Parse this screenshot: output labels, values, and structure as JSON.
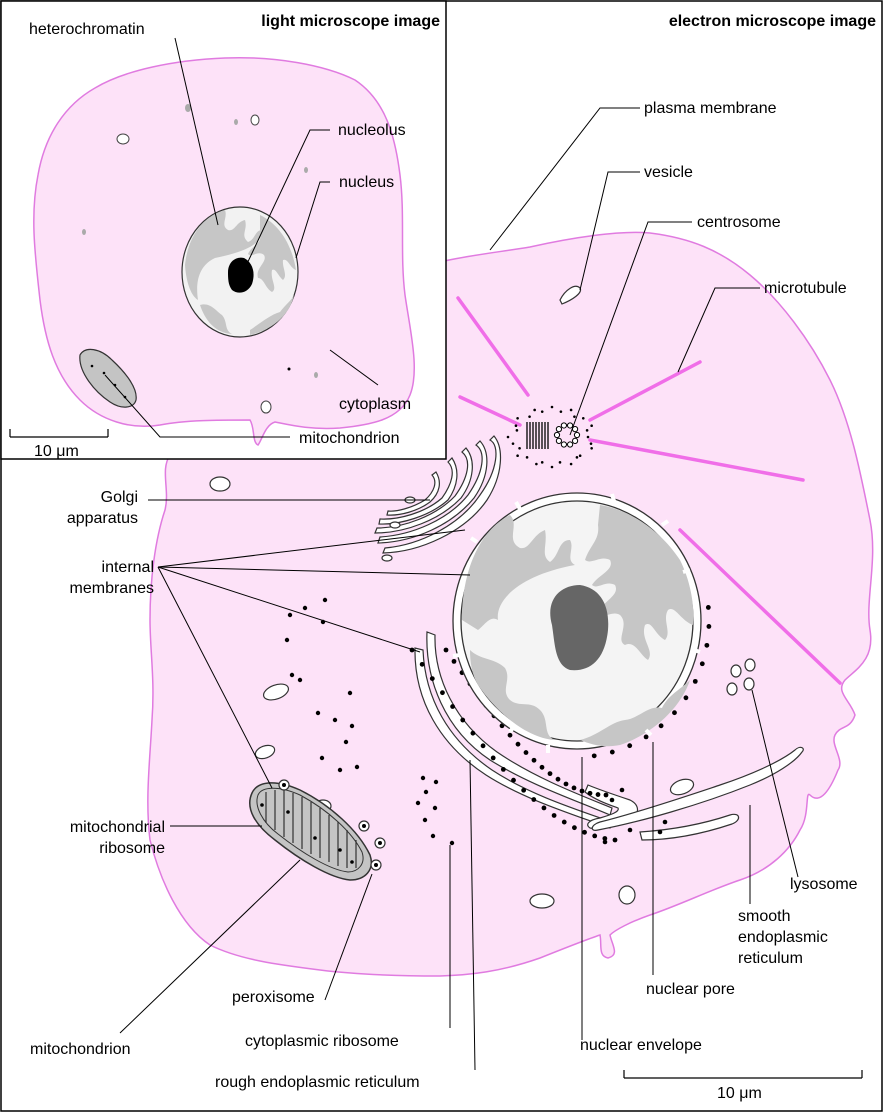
{
  "titles": {
    "light": "light microscope image",
    "electron": "electron microscope image"
  },
  "labels": {
    "heterochromatin": "heterochromatin",
    "nucleolus": "nucleolus",
    "nucleus": "nucleus",
    "cytoplasm": "cytoplasm",
    "mitochondrion_lm": "mitochondrion",
    "plasma_membrane": "plasma membrane",
    "vesicle": "vesicle",
    "centrosome": "centrosome",
    "microtubule": "microtubule",
    "golgi_1": "Golgi",
    "golgi_2": "apparatus",
    "internal_1": "internal",
    "internal_2": "membranes",
    "mito_ribosome_1": "mitochondrial",
    "mito_ribosome_2": "ribosome",
    "lysosome": "lysosome",
    "smooth_er_1": "smooth",
    "smooth_er_2": "endoplasmic",
    "smooth_er_3": "reticulum",
    "peroxisome": "peroxisome",
    "nuclear_pore": "nuclear pore",
    "mitochondrion_em": "mitochondrion",
    "cyto_ribosome": "cytoplasmic ribosome",
    "nuclear_envelope": "nuclear envelope",
    "rough_er": "rough endoplasmic reticulum"
  },
  "scale_bars": {
    "light": "10 μm",
    "electron": "10 μm"
  },
  "colors": {
    "cytoplasm": "#fde2f8",
    "membrane": "#e07be0",
    "microtubule": "#f06ee8",
    "chromatin": "#c6c6c6",
    "nucleoplasm": "#f2f2f2",
    "nucleolus_em": "#666666",
    "mitochondrion": "#c4c4c4"
  }
}
